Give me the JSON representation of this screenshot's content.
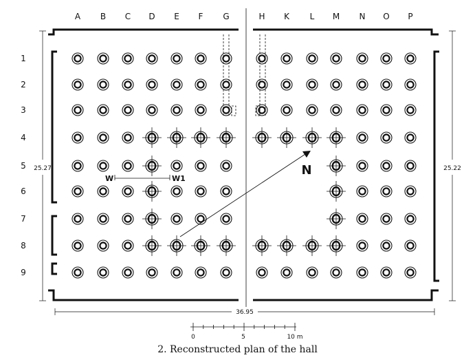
{
  "plan": {
    "column_labels": [
      "A",
      "B",
      "C",
      "D",
      "E",
      "F",
      "G",
      "H",
      "K",
      "L",
      "M",
      "N",
      "O",
      "P"
    ],
    "row_labels": [
      "1",
      "2",
      "3",
      "4",
      "5",
      "6",
      "7",
      "8",
      "9"
    ],
    "dimensions": {
      "left_height": "25.27",
      "right_height": "25.22",
      "total_width": "36.95"
    },
    "section_labels": {
      "start": "W",
      "end": "W1"
    },
    "north_label": "N",
    "scale": {
      "labels": [
        "0",
        "5",
        "10 m"
      ]
    }
  },
  "caption": "2. Reconstructed plan of the hall"
}
